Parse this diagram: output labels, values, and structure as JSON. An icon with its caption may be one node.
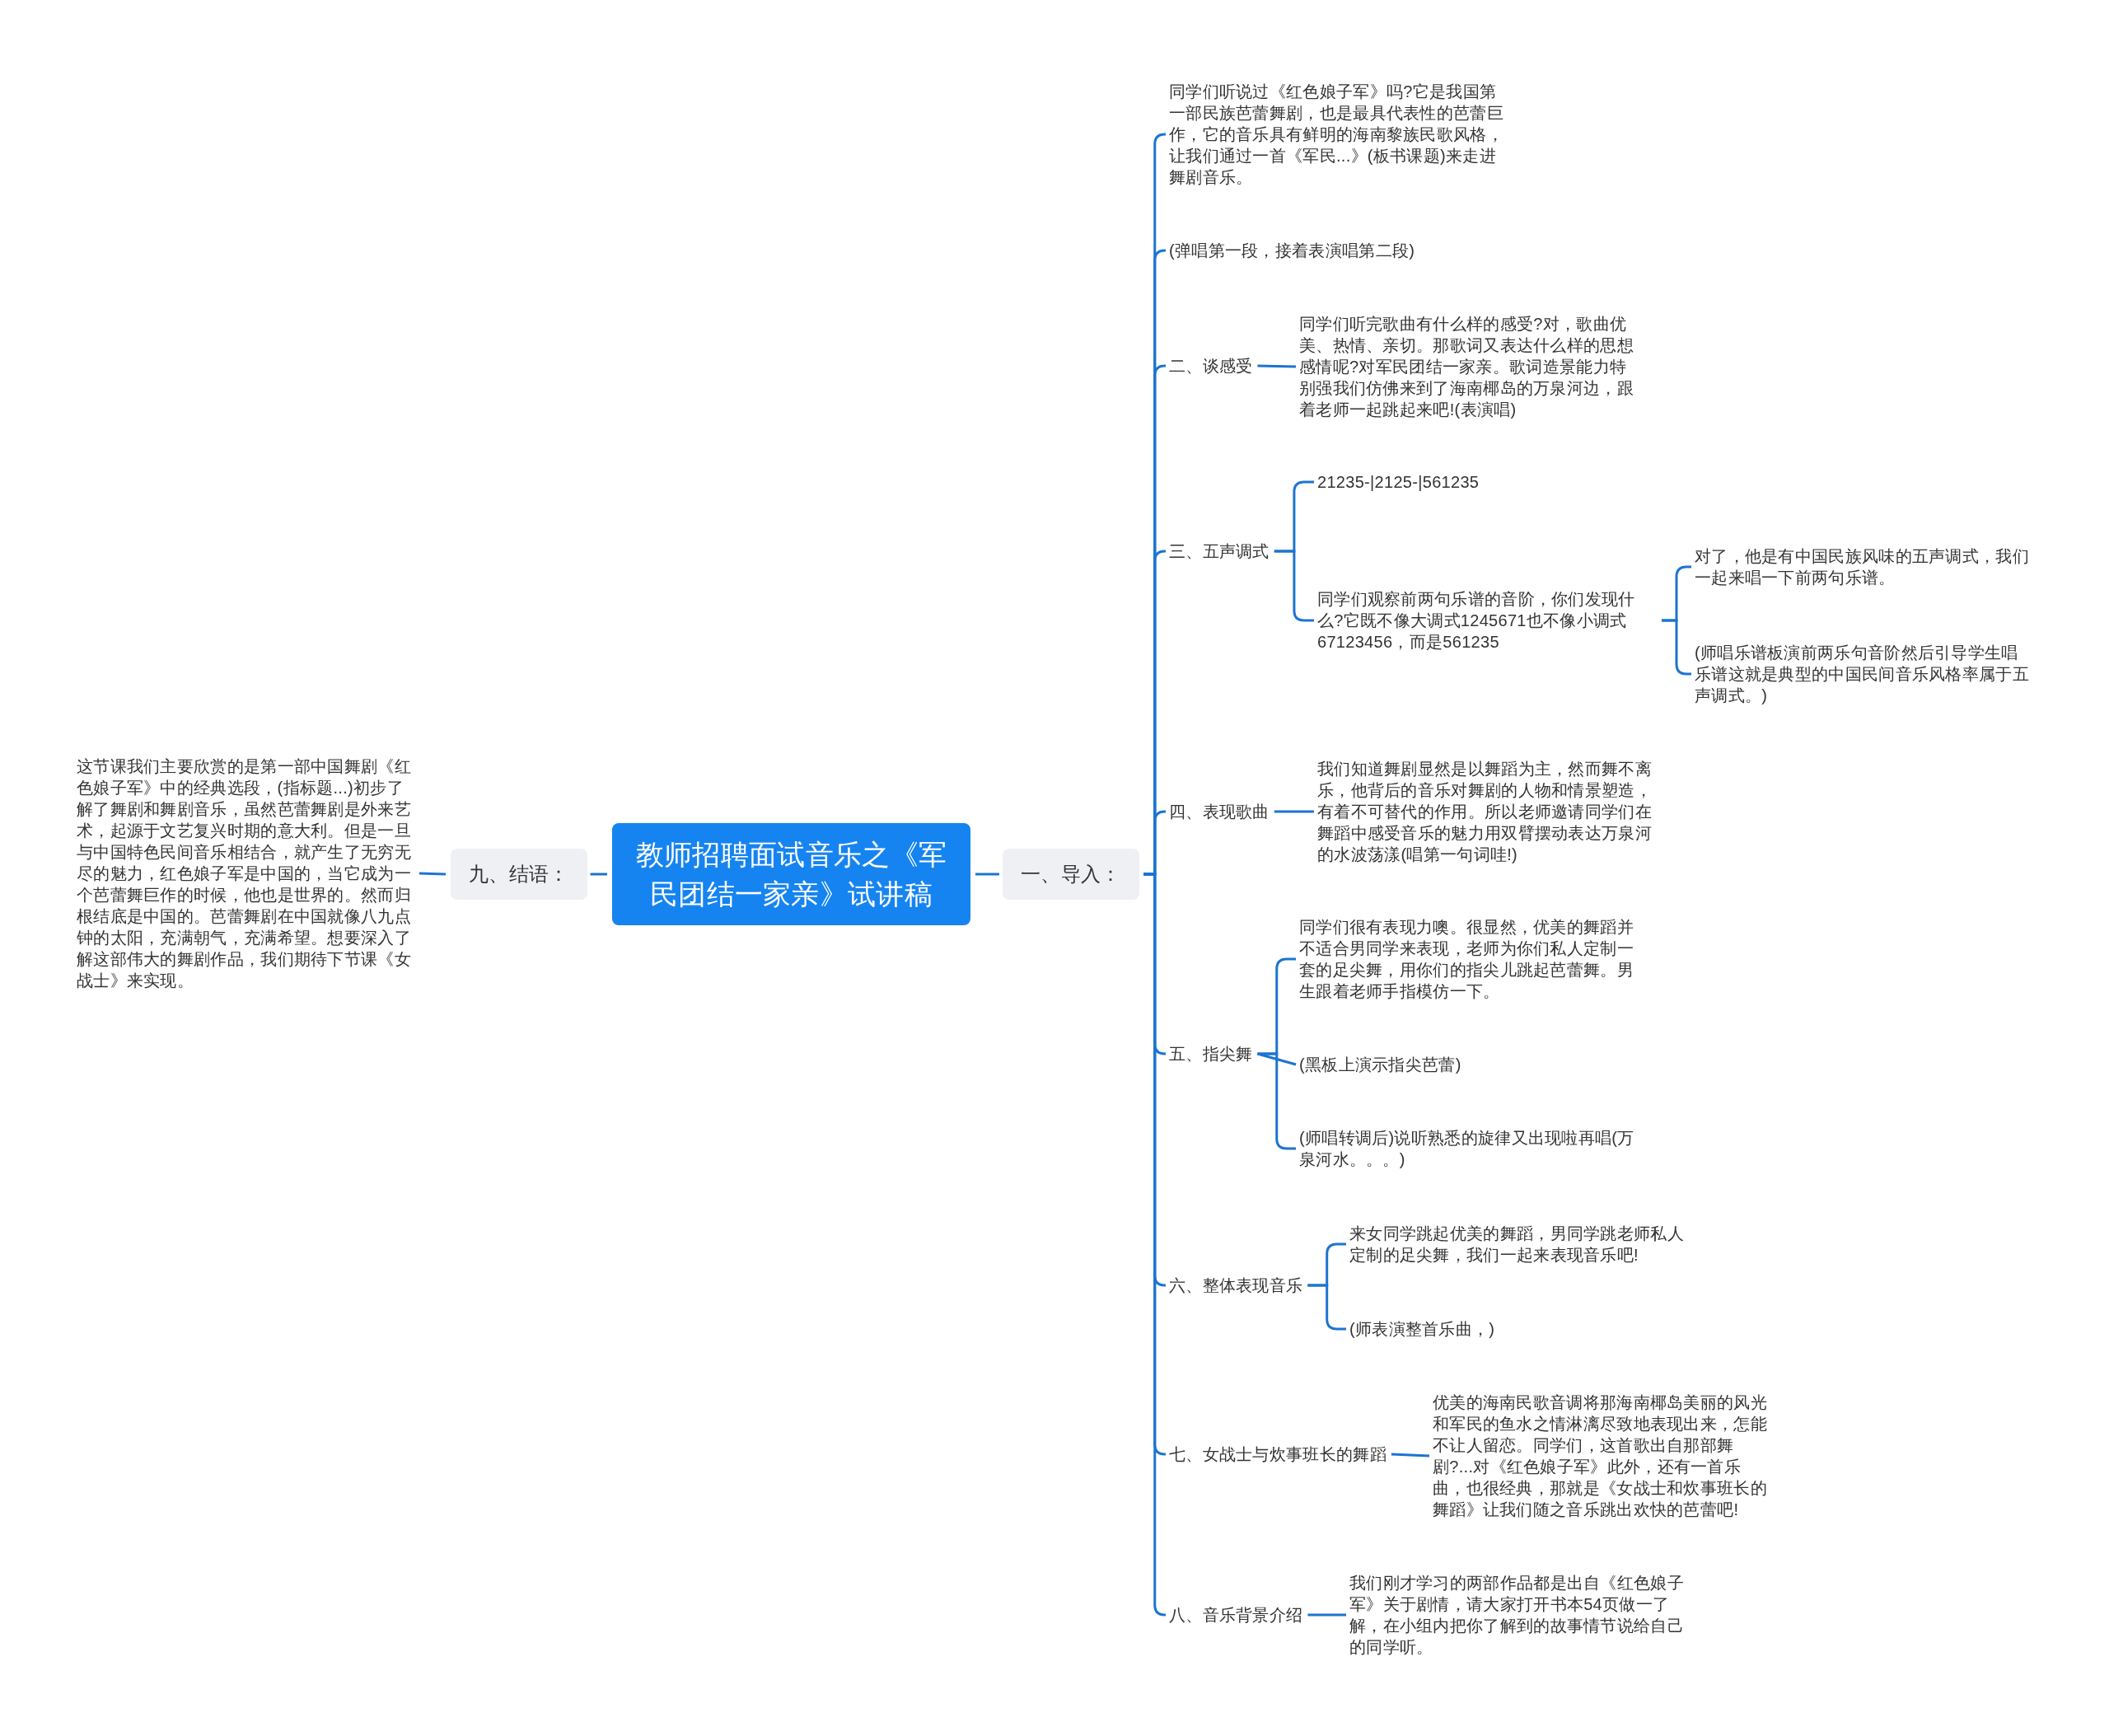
{
  "diagram": {
    "nodes": [
      {
        "text": [
          "教师招聘面试音乐之《军民团结一家亲》试讲稿"
        ]
      },
      {
        "text": [
          "一、导入："
        ]
      },
      {
        "text": [
          "同学们听说过《红色娘子军》吗?它是我国第一部民族芭蕾舞剧，也是最具代表性的芭蕾巨作，它的音乐具有鲜明的海南黎族民歌风格，让我们通过一首《军民...》(板书课题)来走进舞剧音乐。"
        ]
      },
      {
        "text": [
          "(弹唱第一段，接着表演唱第二段)"
        ]
      },
      {
        "text": [
          "二、谈感受"
        ]
      },
      {
        "text": [
          "同学们听完歌曲有什么样的感受?对，歌曲优美、热情、亲切。那歌词又表达什么样的思想感情呢?对军民团结一家亲。歌词造景能力特别强我们仿佛来到了海南椰岛的万泉河边，跟着老师一起跳起来吧!(表演唱)"
        ]
      },
      {
        "text": [
          "三、五声调式"
        ]
      },
      {
        "text": [
          "21235-|2125-|561235"
        ]
      },
      {
        "text": [
          "同学们观察前两句乐谱的音阶，你们发现什么?它既不像大调式1245671也不像小调式67123456，而是561235"
        ]
      },
      {
        "text": [
          "对了，他是有中国民族风味的五声调式，我们一起来唱一下前两句乐谱。"
        ]
      },
      {
        "text": [
          "(师唱乐谱板演前两乐句音阶然后引导学生唱乐谱这就是典型的中国民间音乐风格率属于五声调式。)"
        ]
      },
      {
        "text": [
          "四、表现歌曲"
        ]
      },
      {
        "text": [
          "我们知道舞剧显然是以舞蹈为主，然而舞不离乐，他背后的音乐对舞剧的人物和情景塑造，有着不可替代的作用。所以老师邀请同学们在舞蹈中感受音乐的魅力用双臂摆动表达万泉河的水波荡漾(唱第一句词哇!)"
        ]
      },
      {
        "text": [
          "五、指尖舞"
        ]
      },
      {
        "text": [
          "同学们很有表现力噢。很显然，优美的舞蹈并不适合男同学来表现，老师为你们私人定制一套的足尖舞，用你们的指尖儿跳起芭蕾舞。男生跟着老师手指模仿一下。"
        ]
      },
      {
        "text": [
          "(黑板上演示指尖芭蕾)"
        ]
      },
      {
        "text": [
          "(师唱转调后)说听熟悉的旋律又出现啦再唱(万泉河水。。。)"
        ]
      },
      {
        "text": [
          "六、整体表现音乐"
        ]
      },
      {
        "text": [
          "来女同学跳起优美的舞蹈，男同学跳老师私人定制的足尖舞，我们一起来表现音乐吧!"
        ]
      },
      {
        "text": [
          "(师表演整首乐曲，)"
        ]
      },
      {
        "text": [
          "七、女战士与炊事班长的舞蹈"
        ]
      },
      {
        "text": [
          "优美的海南民歌音调将那海南椰岛美丽的风光和军民的鱼水之情淋漓尽致地表现出来，怎能不让人留恋。同学们，这首歌出自那部舞剧?...对《红色娘子军》此外，还有一首乐曲，也很经典，那就是《女战士和炊事班长的舞蹈》让我们随之音乐跳出欢快的芭蕾吧!"
        ]
      },
      {
        "text": [
          "八、音乐背景介绍"
        ]
      },
      {
        "text": [
          "我们刚才学习的两部作品都是出自《红色娘子军》关于剧情，请大家打开书本54页做一了解，在小组内把你了解到的故事情节说给自己的同学听。"
        ]
      },
      {
        "text": [
          "九、结语："
        ]
      },
      {
        "text": [
          "这节课我们主要欣赏的是第一部中国舞剧《红色娘子军》中的经典选段，(指标题...)初步了解了舞剧和舞剧音乐，虽然芭蕾舞剧是外来艺术，起源于文艺复兴时期的意大利。但是一旦与中国特色民间音乐相结合，就产生了无穷无尽的魅力，红色娘子军是中国的，当它成为一个芭蕾舞巨作的时候，他也是世界的。然而归根结底是中国的。芭蕾舞剧在中国就像八九点钟的太阳，充满朝气，充满希望。想要深入了解这部伟大的舞剧作品，我们期待下节课《女战士》来实现。"
        ]
      }
    ],
    "edges": [
      {
        "from": 0,
        "to": 1,
        "arrow": "none"
      },
      {
        "from": 1,
        "to": 2,
        "arrow": "none"
      },
      {
        "from": 1,
        "to": 3,
        "arrow": "none"
      },
      {
        "from": 1,
        "to": 4,
        "arrow": "none"
      },
      {
        "from": 4,
        "to": 5,
        "arrow": "none"
      },
      {
        "from": 1,
        "to": 6,
        "arrow": "none"
      },
      {
        "from": 6,
        "to": 7,
        "arrow": "none"
      },
      {
        "from": 6,
        "to": 8,
        "arrow": "none"
      },
      {
        "from": 8,
        "to": 9,
        "arrow": "none"
      },
      {
        "from": 8,
        "to": 10,
        "arrow": "none"
      },
      {
        "from": 1,
        "to": 11,
        "arrow": "none"
      },
      {
        "from": 11,
        "to": 12,
        "arrow": "none"
      },
      {
        "from": 1,
        "to": 13,
        "arrow": "none"
      },
      {
        "from": 13,
        "to": 14,
        "arrow": "none"
      },
      {
        "from": 13,
        "to": 15,
        "arrow": "none"
      },
      {
        "from": 13,
        "to": 16,
        "arrow": "none"
      },
      {
        "from": 1,
        "to": 17,
        "arrow": "none"
      },
      {
        "from": 17,
        "to": 18,
        "arrow": "none"
      },
      {
        "from": 17,
        "to": 19,
        "arrow": "none"
      },
      {
        "from": 1,
        "to": 20,
        "arrow": "none"
      },
      {
        "from": 20,
        "to": 21,
        "arrow": "none"
      },
      {
        "from": 1,
        "to": 22,
        "arrow": "none"
      },
      {
        "from": 22,
        "to": 23,
        "arrow": "none"
      },
      {
        "from": 0,
        "to": 24,
        "arrow": "none"
      },
      {
        "from": 24,
        "to": 25,
        "arrow": "none"
      }
    ]
  }
}
